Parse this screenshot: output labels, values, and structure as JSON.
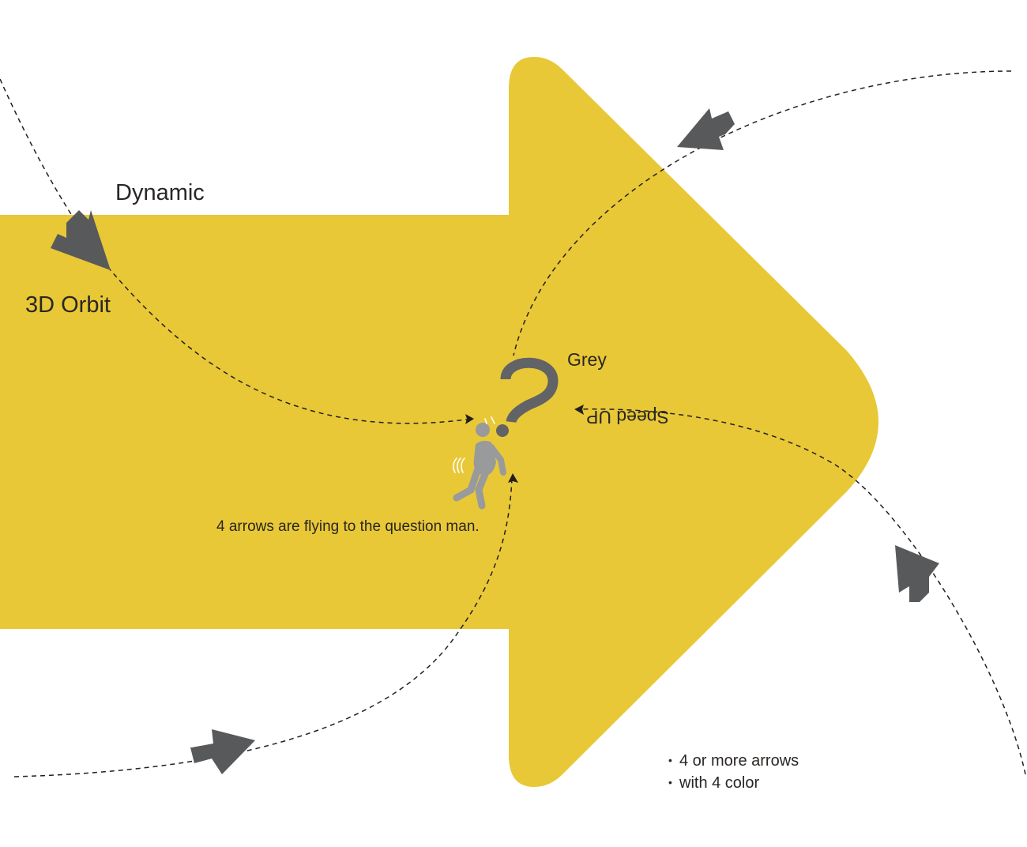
{
  "colors": {
    "big_arrow": "#e8c836",
    "flying_arrow": "#58595b",
    "question_mark": "#626366",
    "figure": "#999a9c",
    "lines": "#231f20",
    "motion_marks": "#ffffff"
  },
  "labels": {
    "dynamic": "Dynamic",
    "orbit": "3D Orbit",
    "grey": "Grey",
    "speed_up": "Speed UP",
    "caption": "4 arrows are flying to the question man."
  },
  "notes": {
    "bullet": "•",
    "items": [
      "4 or more arrows",
      "with 4 color"
    ]
  },
  "icons": {
    "question": "question-mark-icon",
    "person": "confused-person-icon"
  }
}
